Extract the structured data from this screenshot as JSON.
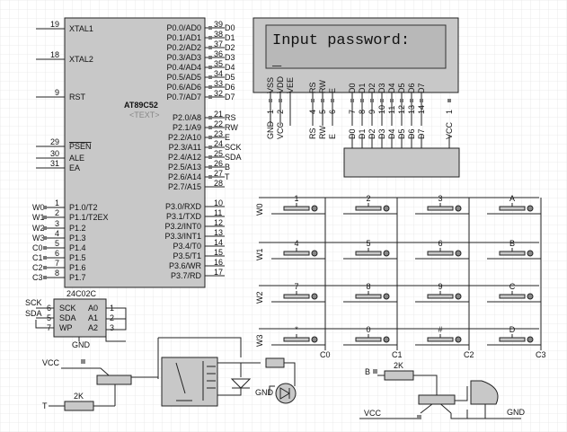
{
  "mcu": {
    "name": "AT89C52",
    "sub": "<TEXT>",
    "left_pins": [
      {
        "num": "19",
        "label": "XTAL1"
      },
      {
        "num": "18",
        "label": "XTAL2"
      },
      {
        "num": "9",
        "label": "RST"
      },
      {
        "num": "29",
        "label": "PSEN"
      },
      {
        "num": "30",
        "label": "ALE"
      },
      {
        "num": "31",
        "label": "EA"
      },
      {
        "num": "1",
        "label": "P1.0/T2",
        "net": "W0"
      },
      {
        "num": "2",
        "label": "P1.1/T2EX",
        "net": "W1"
      },
      {
        "num": "3",
        "label": "P1.2",
        "net": "W2"
      },
      {
        "num": "4",
        "label": "P1.3",
        "net": "W3"
      },
      {
        "num": "5",
        "label": "P1.4",
        "net": "C0"
      },
      {
        "num": "6",
        "label": "P1.5",
        "net": "C1"
      },
      {
        "num": "7",
        "label": "P1.6",
        "net": "C2"
      },
      {
        "num": "8",
        "label": "P1.7",
        "net": "C3"
      }
    ],
    "right_pins": [
      {
        "num": "39",
        "label": "P0.0/AD0",
        "net": "D0"
      },
      {
        "num": "38",
        "label": "P0.1/AD1",
        "net": "D1"
      },
      {
        "num": "37",
        "label": "P0.2/AD2",
        "net": "D2"
      },
      {
        "num": "36",
        "label": "P0.3/AD3",
        "net": "D3"
      },
      {
        "num": "35",
        "label": "P0.4/AD4",
        "net": "D4"
      },
      {
        "num": "34",
        "label": "P0.5/AD5",
        "net": "D5"
      },
      {
        "num": "33",
        "label": "P0.6/AD6",
        "net": "D6"
      },
      {
        "num": "32",
        "label": "P0.7/AD7",
        "net": "D7"
      },
      {
        "num": "21",
        "label": "P2.0/A8",
        "net": "RS"
      },
      {
        "num": "22",
        "label": "P2.1/A9",
        "net": "RW"
      },
      {
        "num": "23",
        "label": "P2.2/A10",
        "net": "E"
      },
      {
        "num": "24",
        "label": "P2.3/A11",
        "net": "SCK"
      },
      {
        "num": "25",
        "label": "P2.4/A12",
        "net": "SDA"
      },
      {
        "num": "26",
        "label": "P2.5/A13",
        "net": "B"
      },
      {
        "num": "27",
        "label": "P2.6/A14",
        "net": "T"
      },
      {
        "num": "28",
        "label": "P2.7/A15"
      },
      {
        "num": "10",
        "label": "P3.0/RXD"
      },
      {
        "num": "11",
        "label": "P3.1/TXD"
      },
      {
        "num": "12",
        "label": "P3.2/INT0"
      },
      {
        "num": "13",
        "label": "P3.3/INT1"
      },
      {
        "num": "14",
        "label": "P3.4/T0"
      },
      {
        "num": "15",
        "label": "P3.5/T1"
      },
      {
        "num": "16",
        "label": "P3.6/WR"
      },
      {
        "num": "17",
        "label": "P3.7/RD"
      }
    ]
  },
  "lcd": {
    "line1": "Input password:",
    "cursor": "_",
    "pins": [
      "VSS",
      "VDD",
      "VEE",
      "RS",
      "RW",
      "E",
      "D0",
      "D1",
      "D2",
      "D3",
      "D4",
      "D5",
      "D6",
      "D7"
    ],
    "nets": [
      "GND",
      "VCC",
      "RS",
      "RW",
      "E",
      "D0",
      "D1",
      "D2",
      "D3",
      "D4",
      "D5",
      "D6",
      "D7",
      "VCC"
    ],
    "net_nums": [
      "1",
      "2",
      "4",
      "5",
      "6",
      "7",
      "8",
      "9",
      "10",
      "11",
      "12",
      "13",
      "14",
      "1"
    ],
    "color_bg": "#b8b8b8"
  },
  "keypad": {
    "rows": [
      "W0",
      "W1",
      "W2",
      "W3"
    ],
    "cols": [
      "C0",
      "C1",
      "C2",
      "C3"
    ],
    "keys": [
      [
        "1",
        "2",
        "3",
        "A"
      ],
      [
        "4",
        "5",
        "6",
        "B"
      ],
      [
        "7",
        "8",
        "9",
        "C"
      ],
      [
        "*",
        "0",
        "#",
        "D"
      ]
    ]
  },
  "eeprom": {
    "name": "24C02C",
    "pins_left": [
      "SCK",
      "SDA",
      "WP"
    ],
    "pins_right": [
      "A0",
      "A1",
      "A2"
    ],
    "nums_left": [
      "6",
      "5",
      "7"
    ],
    "nums_right": [
      "1",
      "2",
      "3"
    ],
    "gnd": "GND",
    "nets": [
      "SCK",
      "SDA"
    ]
  },
  "relay": {
    "vcc": "VCC",
    "t": "T",
    "resistor": "2K",
    "gnd": "GND"
  },
  "buzzer": {
    "b": "B",
    "resistor": "2K",
    "vcc": "VCC",
    "gnd": "GND"
  }
}
